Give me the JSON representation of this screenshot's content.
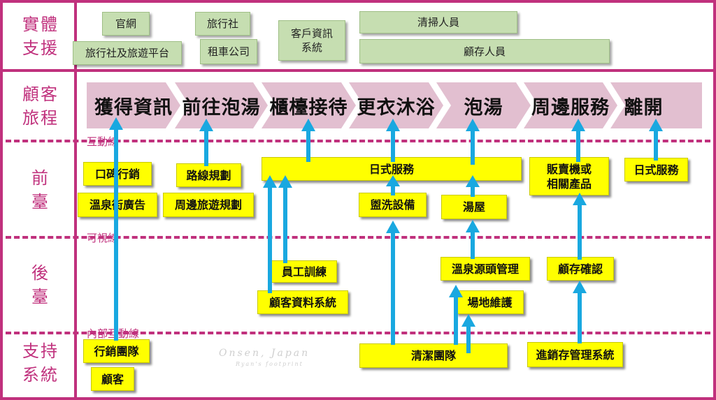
{
  "rows": {
    "physical": "實體\n支援",
    "journey": "顧客\n旅程",
    "front": "前\n臺",
    "back": "後\n臺",
    "support": "支持\n系統"
  },
  "lines": {
    "interaction": "互動線",
    "visibility": "可視線",
    "internal": "內部互動線"
  },
  "physical_evidence": [
    "官網",
    "旅行社",
    "客戶資訊\n系統",
    "清掃人員",
    "旅行社及旅遊平台",
    "租車公司",
    "顧存人員"
  ],
  "journey_steps": [
    "獲得資訊",
    "前往泡湯",
    "櫃檯接待",
    "更衣沐浴",
    "泡湯",
    "周邊服務",
    "離開"
  ],
  "front_boxes": [
    "口碑行銷",
    "路線規劃",
    "日式服務",
    "販賣機或\n相關產品",
    "日式服務",
    "溫泉街廣告",
    "周邊旅遊規劃",
    "盥洗設備",
    "湯屋"
  ],
  "back_boxes": [
    "員工訓練",
    "溫泉源頭管理",
    "顧存確認",
    "顧客資料系統",
    "場地維護"
  ],
  "support_boxes": [
    "行銷團隊",
    "清潔團隊",
    "進銷存管理系統",
    "顧客"
  ],
  "watermark": {
    "line1": "Onsen, Japan",
    "line2": "Ryan's footprint"
  },
  "colors": {
    "frame": "#c0317d",
    "chevron": "#e2bfd0",
    "green": "#c6deb1",
    "yellow": "#ffff00",
    "arrow": "#19a8e0"
  }
}
